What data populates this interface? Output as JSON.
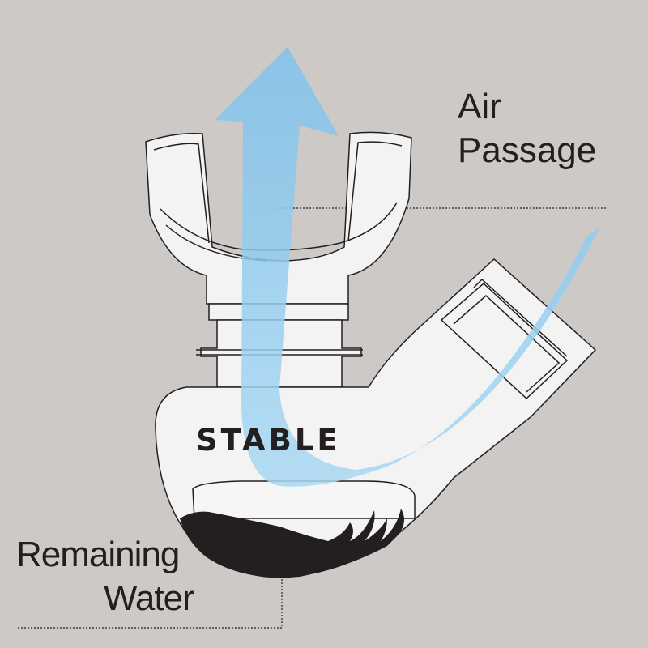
{
  "labels": {
    "air_passage": [
      "Air",
      "Passage"
    ],
    "remaining_water": [
      "Remaining",
      "Water"
    ]
  },
  "product": {
    "brand": "STABLE"
  },
  "colors": {
    "background": "#cdc9c7",
    "body": "#f3f3f3",
    "outline": "#231f20",
    "air_arrow": "#86c8ee",
    "water": "#231f20"
  }
}
